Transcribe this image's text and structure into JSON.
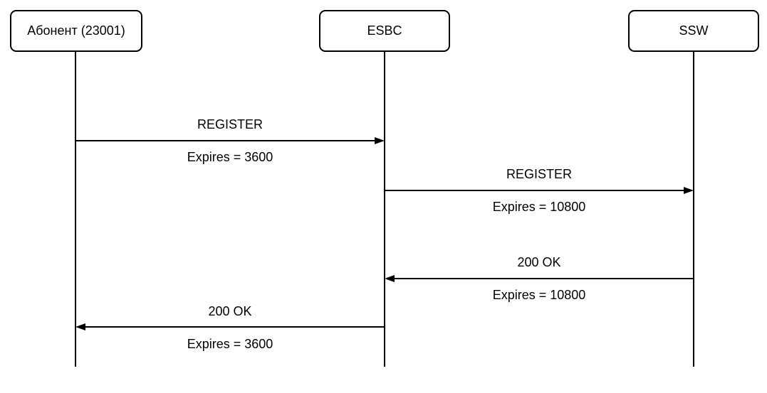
{
  "diagram": {
    "type": "sequence-diagram",
    "actors": [
      {
        "label": "Абонент (23001)"
      },
      {
        "label": "ESBC"
      },
      {
        "label": "SSW"
      }
    ],
    "messages": [
      {
        "from": "Абонент (23001)",
        "to": "ESBC",
        "direction": "right",
        "label": "REGISTER",
        "sublabel": "Expires = 3600"
      },
      {
        "from": "ESBC",
        "to": "SSW",
        "direction": "right",
        "label": "REGISTER",
        "sublabel": "Expires = 10800"
      },
      {
        "from": "SSW",
        "to": "ESBC",
        "direction": "left",
        "label": "200 OK",
        "sublabel": "Expires = 10800"
      },
      {
        "from": "ESBC",
        "to": "Абонент (23001)",
        "direction": "left",
        "label": "200 OK",
        "sublabel": "Expires = 3600"
      }
    ],
    "colors": {
      "stroke": "#000000",
      "background": "#ffffff",
      "text": "#000000"
    }
  }
}
